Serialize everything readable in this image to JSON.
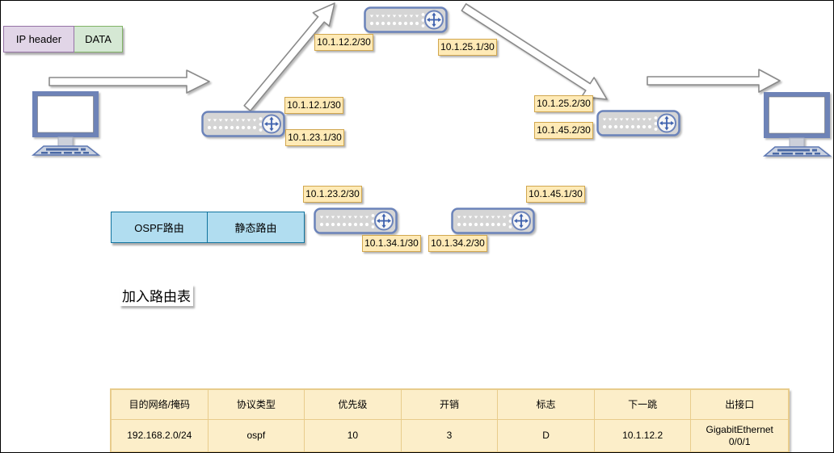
{
  "diagram": {
    "packet": {
      "ip_header": "IP header",
      "data": "DATA"
    },
    "ip_labels": [
      "10.1.12.2/30",
      "10.1.25.1/30",
      "10.1.12.1/30",
      "10.1.23.1/30",
      "10.1.25.2/30",
      "10.1.45.2/30",
      "10.1.23.2/30",
      "10.1.45.1/30",
      "10.1.34.1/30",
      "10.1.34.2/30"
    ],
    "legend": {
      "ospf": "OSPF路由",
      "static_route": "静态路由"
    },
    "note": "加入路由表",
    "icons": [
      "pc-icon",
      "router-icon",
      "flow-arrow"
    ]
  },
  "routing_table": {
    "headers": [
      "目的网络/掩码",
      "协议类型",
      "优先级",
      "开销",
      "标志",
      "下一跳",
      "出接口"
    ],
    "row": [
      "192.168.2.0/24",
      "ospf",
      "10",
      "3",
      "D",
      "10.1.12.2",
      "GigabitEthernet 0/0/1"
    ]
  },
  "colors": {
    "label_fill": "#ffeab6",
    "label_border": "#d1a74f",
    "legend_fill": "#b1ddf0",
    "legend_border": "#10739e",
    "table_fill": "#fceec9",
    "table_border": "#e8cc8c",
    "ip_header_fill": "#e1d5e7",
    "ip_header_border": "#9673a6",
    "data_fill": "#d5e8d4",
    "data_border": "#82b366",
    "device_border": "#6b83ba",
    "device_fill": "#d5d5d5"
  }
}
